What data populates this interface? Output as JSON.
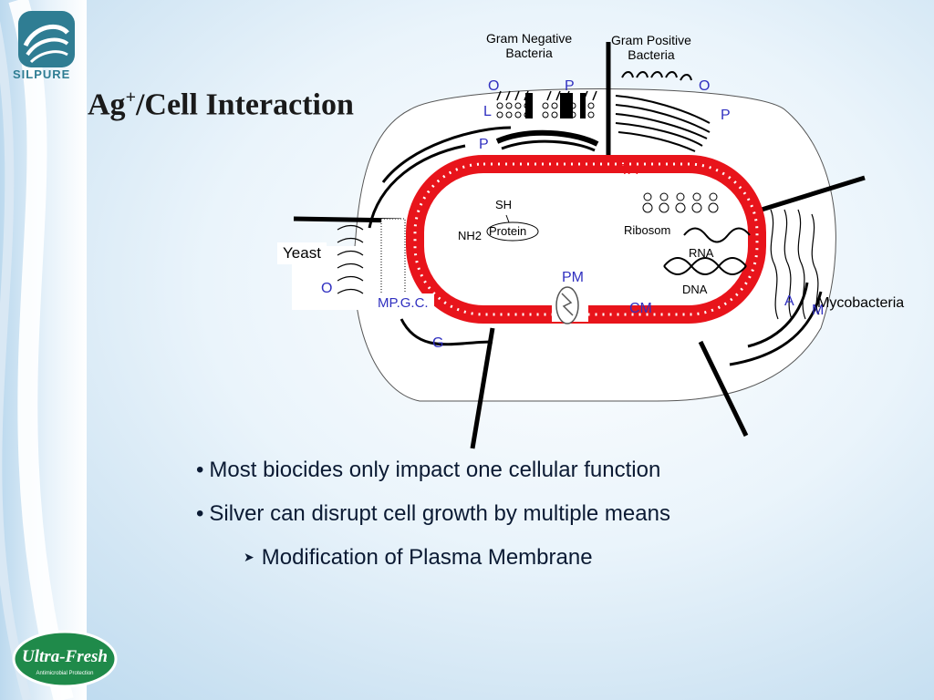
{
  "brand": {
    "top_logo": "SILPURE",
    "bottom_logo": "Ultra-Fresh",
    "bottom_tagline": "Antimicrobial Protection"
  },
  "title": {
    "main": "Ag",
    "superscript": "+",
    "rest": "/Cell Interaction"
  },
  "diagram": {
    "gram_negative": "Gram Negative",
    "gram_negative_2": "Bacteria",
    "gram_positive": "Gram Positive",
    "gram_positive_2": "Bacteria",
    "o_top_left": "O",
    "p_top_mid": "P",
    "o_top_right": "O",
    "l_label": "L",
    "p_right": "P",
    "p_left": "P",
    "ta_label": "TA",
    "sh_label": "SH",
    "nh2_label": "NH2",
    "protein_label": "Protein",
    "ribosome_label": "Ribosom",
    "rna_label": "RNA",
    "dna_label": "DNA",
    "pm_label": "PM",
    "cm_label": "CM",
    "yeast_label": "Yeast",
    "o_yeast": "O",
    "mpgc_label": "MP.G.C.",
    "g_label": "G",
    "a_label": "A",
    "m_label": "M",
    "mycobacteria_label": "Mycobacteria"
  },
  "bullets": [
    "Most biocides only impact one cellular function",
    "Silver can disrupt cell growth by multiple means"
  ],
  "sub_bullets": [
    "Modification of Plasma Membrane"
  ],
  "colors": {
    "membrane_red": "#e8141b",
    "label_blue": "#3030c0",
    "logo_green": "#1f8a4a",
    "logo_teal": "#2f7d93"
  }
}
